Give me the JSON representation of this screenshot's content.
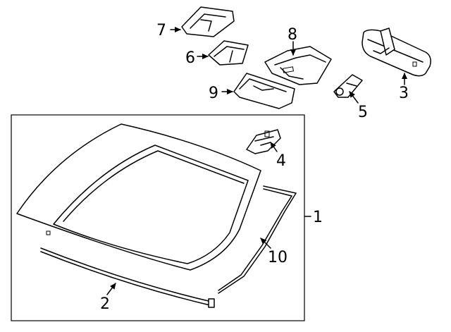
{
  "diagram": {
    "callouts": [
      {
        "id": "c7",
        "label": "7"
      },
      {
        "id": "c6",
        "label": "6"
      },
      {
        "id": "c8",
        "label": "8"
      },
      {
        "id": "c9",
        "label": "9"
      },
      {
        "id": "c3",
        "label": "3"
      },
      {
        "id": "c5",
        "label": "5"
      },
      {
        "id": "c4",
        "label": "4"
      },
      {
        "id": "c1",
        "label": "1"
      },
      {
        "id": "c10",
        "label": "10"
      },
      {
        "id": "c2",
        "label": "2"
      }
    ]
  }
}
